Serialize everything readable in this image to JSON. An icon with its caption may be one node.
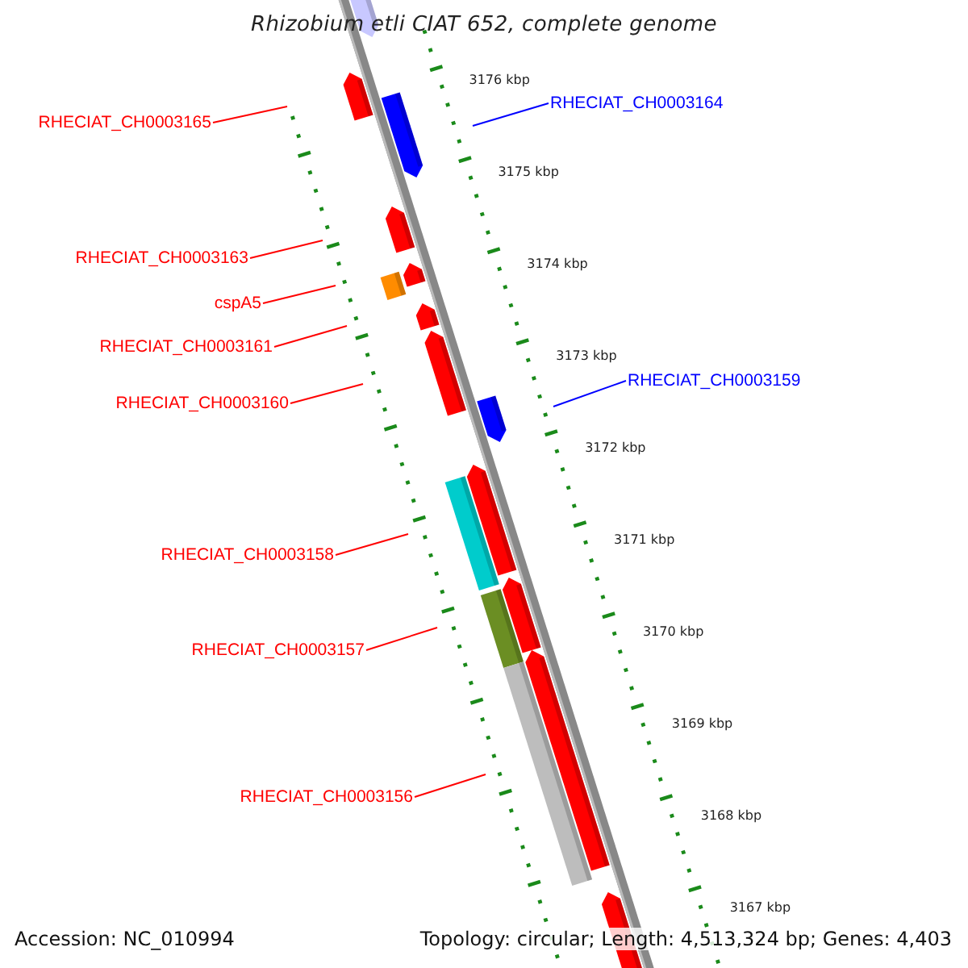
{
  "diagram": {
    "title": "Rhizobium etli CIAT 652, complete genome",
    "nodes": [
      {
        "text": [
          "RHECIAT_CH0003165"
        ]
      },
      {
        "text": [
          "RHECIAT_CH0003164"
        ]
      },
      {
        "text": [
          "RHECIAT_CH0003163"
        ]
      },
      {
        "text": [
          "cspA5"
        ]
      },
      {
        "text": [
          "RHECIAT_CH0003161"
        ]
      },
      {
        "text": [
          "RHECIAT_CH0003160"
        ]
      },
      {
        "text": [
          "RHECIAT_CH0003159"
        ]
      },
      {
        "text": [
          "RHECIAT_CH0003158"
        ]
      },
      {
        "text": [
          "RHECIAT_CH0003157"
        ]
      },
      {
        "text": [
          "RHECIAT_CH0003156"
        ]
      }
    ],
    "edges": [
      {
        "from": 0,
        "to": null,
        "arrow": "none"
      },
      {
        "from": 1,
        "to": null,
        "arrow": "none",
        "color": "#0000ff"
      },
      {
        "from": 2,
        "to": null,
        "arrow": "none"
      },
      {
        "from": 3,
        "to": null,
        "arrow": "none"
      },
      {
        "from": 4,
        "to": null,
        "arrow": "none"
      },
      {
        "from": 5,
        "to": null,
        "arrow": "none"
      },
      {
        "from": 6,
        "to": null,
        "arrow": "none",
        "color": "#0000ff"
      },
      {
        "from": 7,
        "to": null,
        "arrow": "none"
      },
      {
        "from": 8,
        "to": null,
        "arrow": "none"
      },
      {
        "from": 9,
        "to": null,
        "arrow": "none"
      }
    ],
    "labels": [
      "3176 kbp",
      "3175 kbp",
      "3174 kbp",
      "3173 kbp",
      "3172 kbp",
      "3171 kbp",
      "3170 kbp",
      "3169 kbp",
      "3168 kbp",
      "3167 kbp",
      "Accession: NC_010994",
      "Topology: circular; Length: 4,513,324 bp; Genes: 4,403"
    ]
  }
}
